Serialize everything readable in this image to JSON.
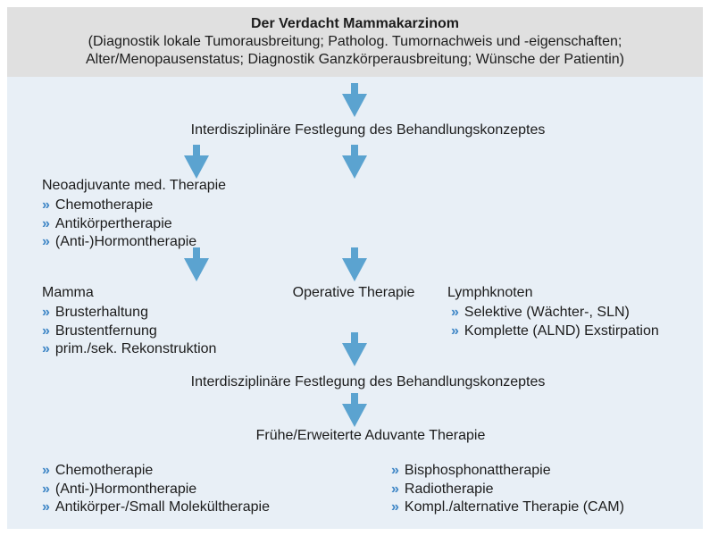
{
  "header": {
    "title": "Der Verdacht Mammakarzinom",
    "subtitle_line1": "(Diagnostik lokale Tumorausbreitung; Patholog. Tumornachweis und -eigenschaften;",
    "subtitle_line2": "Alter/Menopausenstatus; Diagnostik Ganzkörperausbreitung; Wünsche der Patientin)"
  },
  "flow": {
    "interdisciplinary_1": "Interdisziplinäre Festlegung des Behandlungskonzeptes",
    "neoadjuvant": {
      "heading": "Neoadjuvante med. Therapie",
      "items": [
        "Chemotherapie",
        "Antikörpertherapie",
        "(Anti-)Hormontherapie"
      ]
    },
    "mamma": {
      "heading": "Mamma",
      "items": [
        "Brusterhaltung",
        "Brustentfernung",
        "prim./sek. Rekonstruktion"
      ]
    },
    "operative_label": "Operative Therapie",
    "lymphknoten": {
      "heading": "Lymphknoten",
      "items": [
        "Selektive (Wächter-, SLN)",
        "Komplette (ALND) Exstirpation"
      ]
    },
    "interdisciplinary_2": "Interdisziplinäre Festlegung des Behandlungskonzeptes",
    "adjuvant_heading": "Frühe/Erweiterte Aduvante Therapie",
    "adjuvant_left_items": [
      "Chemotherapie",
      "(Anti-)Hormontherapie",
      "Antikörper-/Small Molekültherapie"
    ],
    "adjuvant_right_items": [
      "Bisphosphonattherapie",
      "Radiotherapie",
      "Kompl./alternative Therapie (CAM)"
    ]
  },
  "ui": {
    "bullet": "»"
  },
  "colors": {
    "header_bg": "#e0e0e0",
    "panel_bg": "#e8eff6",
    "arrow": "#5ba3d0",
    "bullet": "#3e86c6",
    "text": "#1c1c1c"
  }
}
